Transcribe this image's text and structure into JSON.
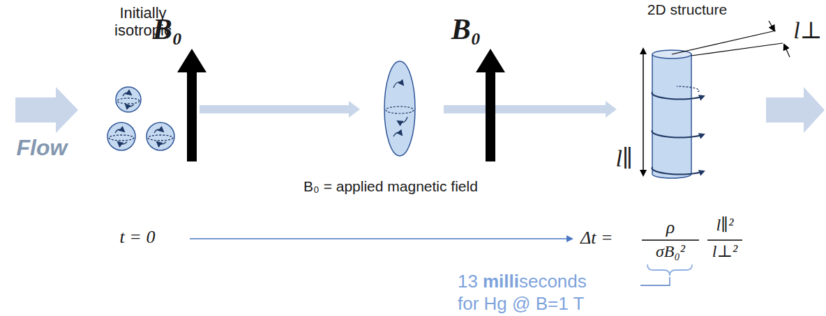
{
  "diagram": {
    "labels": [
      "Initially isotropic",
      "B₀",
      "B₀",
      "2D structure",
      "l⊥",
      "l∥",
      "Flow",
      "B₀ = applied magnetic field",
      "t = 0",
      "Δt =",
      "ρ",
      "σB₀²",
      "l∥²",
      "l⊥²",
      "13",
      "milli",
      "seconds",
      "for Hg @ B=1 T"
    ]
  }
}
